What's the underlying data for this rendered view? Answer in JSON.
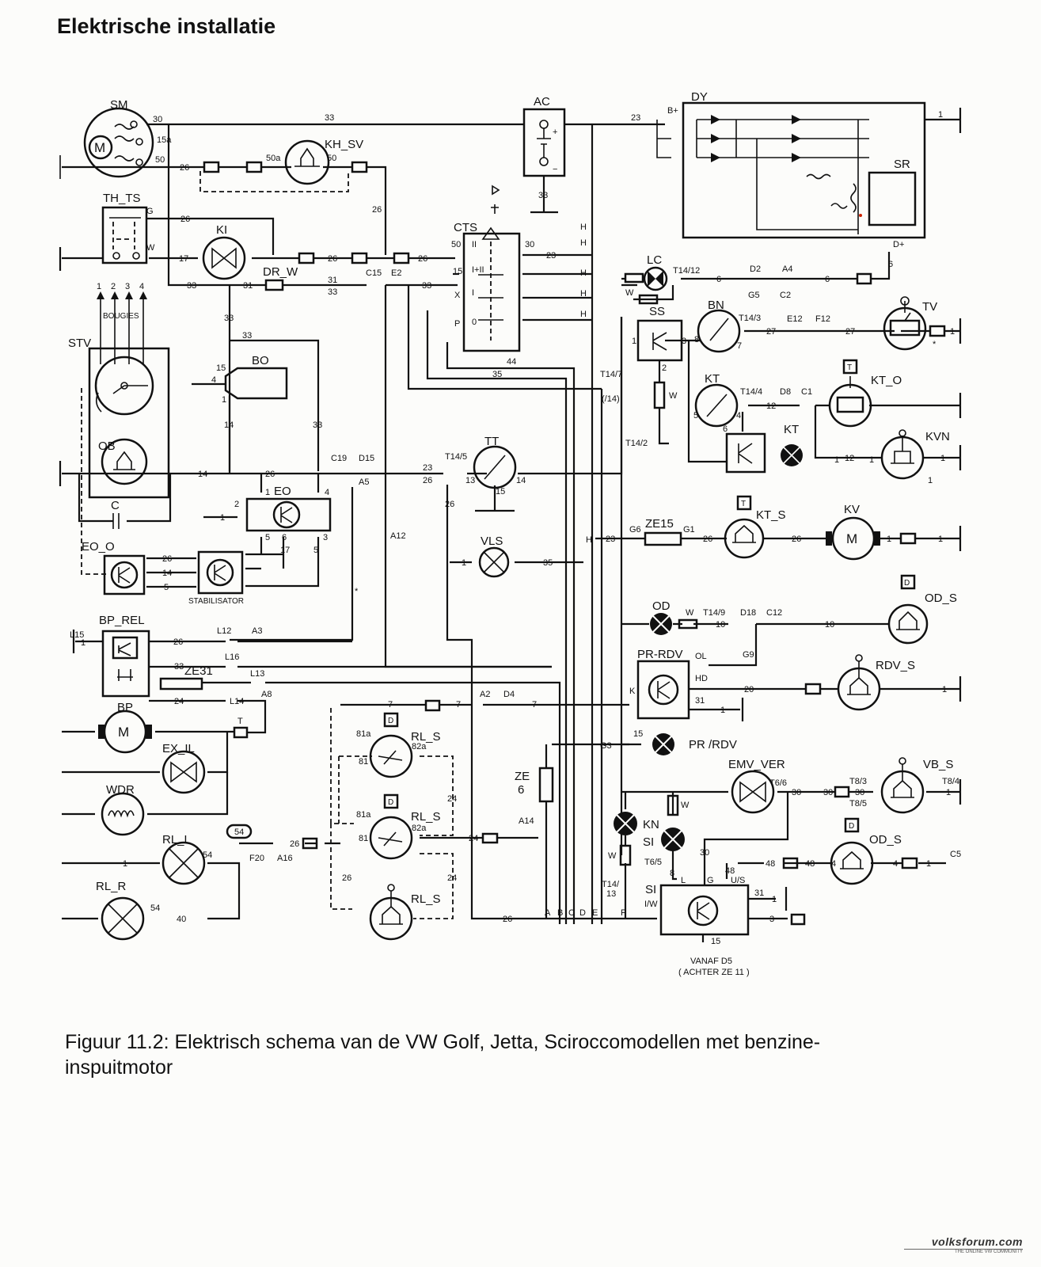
{
  "header": {
    "title": "Elektrische installatie"
  },
  "caption": {
    "line1": "Figuur 11.2: Elektrisch schema van de VW Golf, Jetta, Sciroccomodellen met benzine-",
    "line2": "inspuitmotor"
  },
  "watermark": {
    "title": "volksforum.com",
    "subtitle": "THE ONLINE VW COMMUNITY"
  },
  "components": {
    "sm": "SM",
    "kh_sv": "KH_SV",
    "th_ts": "TH_TS",
    "ki": "KI",
    "dr_w": "DR_W",
    "ac": "AC",
    "dy": "DY",
    "sr": "SR",
    "cts": "CTS",
    "lc": "LC",
    "ss": "SS",
    "bn": "BN",
    "tv": "TV",
    "kt": "KT",
    "kt_o": "KT_O",
    "kvn": "KVN",
    "stv": "STV",
    "bougies": "BOUGIES",
    "bo": "BO",
    "ob": "OB",
    "c": "C",
    "eo": "EO",
    "eo_o": "EO_O",
    "stabilisator": "STABILISATOR",
    "tt": "TT",
    "vls": "VLS",
    "ze15": "ZE15",
    "kt_s": "KT_S",
    "kv": "KV",
    "od": "OD",
    "od_s": "OD_S",
    "bp_rel": "BP_REL",
    "ze31": "ZE31",
    "bp": "BP",
    "pr_rdv": "PR-RDV",
    "rdv_s": "RDV_S",
    "pr_rdv_lamp": "PR /RDV",
    "ex_il": "EX_IL",
    "wdr": "WDR",
    "rl_s": "RL_S",
    "ze6_a": "ZE",
    "ze6_b": "6",
    "emv_ver": "EMV_VER",
    "vb_s": "VB_S",
    "kn": "KN",
    "si": "SI",
    "rl_l": "RL_L",
    "rl_r": "RL_R",
    "box54": "54",
    "vanaf": "VANAF  D5",
    "achter": "( ACHTER  ZE 11 )"
  },
  "colors": {
    "ink": "#111111",
    "paper": "#fcfcfa",
    "accent_dot": "#cc2200"
  }
}
